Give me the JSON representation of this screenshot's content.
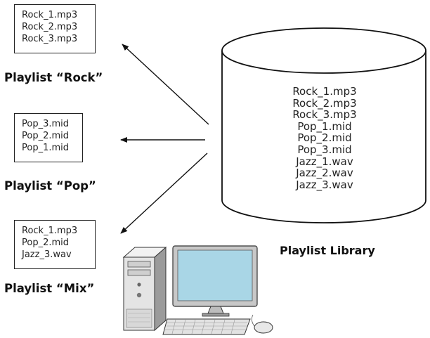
{
  "playlists": [
    {
      "name": "Playlist “Rock”",
      "files": [
        "Rock_1.mp3",
        "Rock_2.mp3",
        "Rock_3.mp3"
      ]
    },
    {
      "name": "Playlist “Pop”",
      "files": [
        "Pop_3.mid",
        "Pop_2.mid",
        "Pop_1.mid"
      ]
    },
    {
      "name": "Playlist “Mix”",
      "files": [
        "Rock_1.mp3",
        "Pop_2.mid",
        "Jazz_3.wav"
      ]
    }
  ],
  "library": {
    "label": "Playlist Library",
    "files": [
      "Rock_1.mp3",
      "Rock_2.mp3",
      "Rock_3.mp3",
      "Pop_1.mid",
      "Pop_2.mid",
      "Pop_3.mid",
      "Jazz_1.wav",
      "Jazz_2.wav",
      "Jazz_3.wav"
    ]
  },
  "icons": {
    "library": "database-cylinder-icon",
    "computer": "desktop-computer-icon"
  }
}
